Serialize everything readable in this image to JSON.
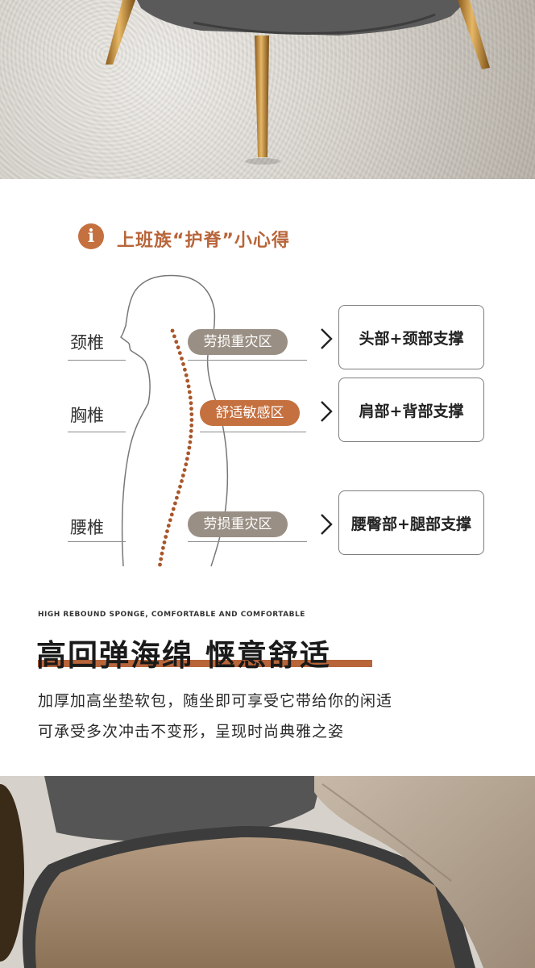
{
  "info": {
    "icon": "info-icon",
    "icon_glyph": "i",
    "title": "上班族“护脊”小心得"
  },
  "spine": [
    {
      "label": "颈椎",
      "tag": "劳损重灾区",
      "tag_color": "#9a8f84",
      "support": "头部+颈部支撑"
    },
    {
      "label": "胸椎",
      "tag": "舒适敏感区",
      "tag_color": "#c5703f",
      "support": "肩部+背部支撑"
    },
    {
      "label": "腰椎",
      "tag": "劳损重灾区",
      "tag_color": "#9a8f84",
      "support": "腰臀部+腿部支撑"
    }
  ],
  "section": {
    "eyebrow": "HIGH REBOUND SPONGE, COMFORTABLE AND COMFORTABLE",
    "headline": "高回弹海绵  惬意舒适",
    "lines": [
      "加厚加高坐垫软包，随坐即可享受它带给你的闲适",
      "可承受多次冲击不变形，呈现时尚典雅之姿"
    ]
  },
  "colors": {
    "accent": "#c5703f",
    "tag_grey": "#9a8f84",
    "spine_dots": "#a8562a"
  }
}
